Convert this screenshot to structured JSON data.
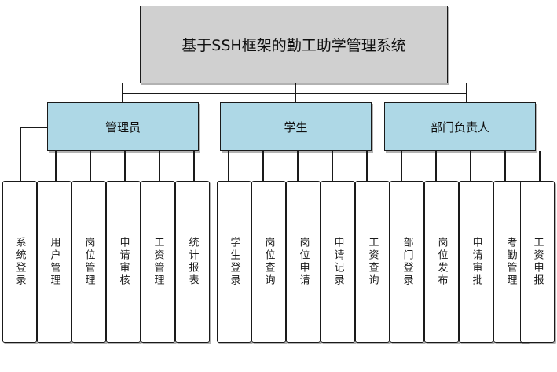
{
  "diagram": {
    "type": "hierarchy-tree",
    "title": "基于SSH框架的勤工助学管理系统",
    "background_color": "#ffffff",
    "root_fill": "#d0d0d0",
    "role_fill": "#aed8e6",
    "leaf_fill": "#ffffff",
    "border_color": "#1a1a1a"
  },
  "root": {
    "label": "基于SSH框架的勤工助学管理系统"
  },
  "roles": [
    {
      "id": "admin",
      "label": "管理员",
      "children": [
        {
          "label": "系统登录"
        },
        {
          "label": "用户管理"
        },
        {
          "label": "岗位管理"
        },
        {
          "label": "申请审核"
        },
        {
          "label": "工资管理"
        },
        {
          "label": "统计报表"
        }
      ]
    },
    {
      "id": "student",
      "label": "学生",
      "children": [
        {
          "label": "学生登录"
        },
        {
          "label": "岗位查询"
        },
        {
          "label": "岗位申请"
        },
        {
          "label": "申请记录"
        },
        {
          "label": "工资查询"
        }
      ]
    },
    {
      "id": "department-head",
      "label": "部门负责人",
      "children": [
        {
          "label": "部门登录"
        },
        {
          "label": "岗位发布"
        },
        {
          "label": "申请审批"
        },
        {
          "label": "考勤管理"
        },
        {
          "label": "工资申报"
        }
      ]
    }
  ],
  "leaves_flat": [
    "系统登录",
    "用户管理",
    "岗位管理",
    "申请审核",
    "工资管理",
    "统计报表",
    "学生登录",
    "岗位查询",
    "岗位申请",
    "申请记录",
    "工资查询",
    "部门登录",
    "岗位发布",
    "申请审批",
    "考勤管理",
    "工资申报"
  ]
}
